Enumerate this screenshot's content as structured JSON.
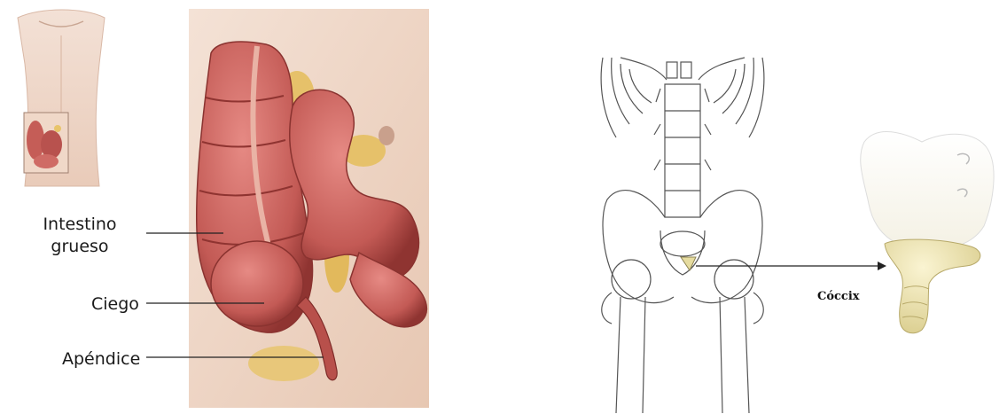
{
  "left_figure": {
    "labels": {
      "intestino_line1": "Intestino",
      "intestino_line2": "grueso",
      "ciego": "Ciego",
      "apendice": "Apéndice"
    }
  },
  "right_figure": {
    "labels": {
      "coccix": "Cóccix"
    }
  },
  "colors": {
    "intestine": "#c9605b",
    "intestine_dark": "#9c3d3a",
    "fat": "#e8c46a",
    "skin": "#f1d9cc",
    "bone_line": "#6b6b6b",
    "coccyx": "#efe6b5"
  }
}
